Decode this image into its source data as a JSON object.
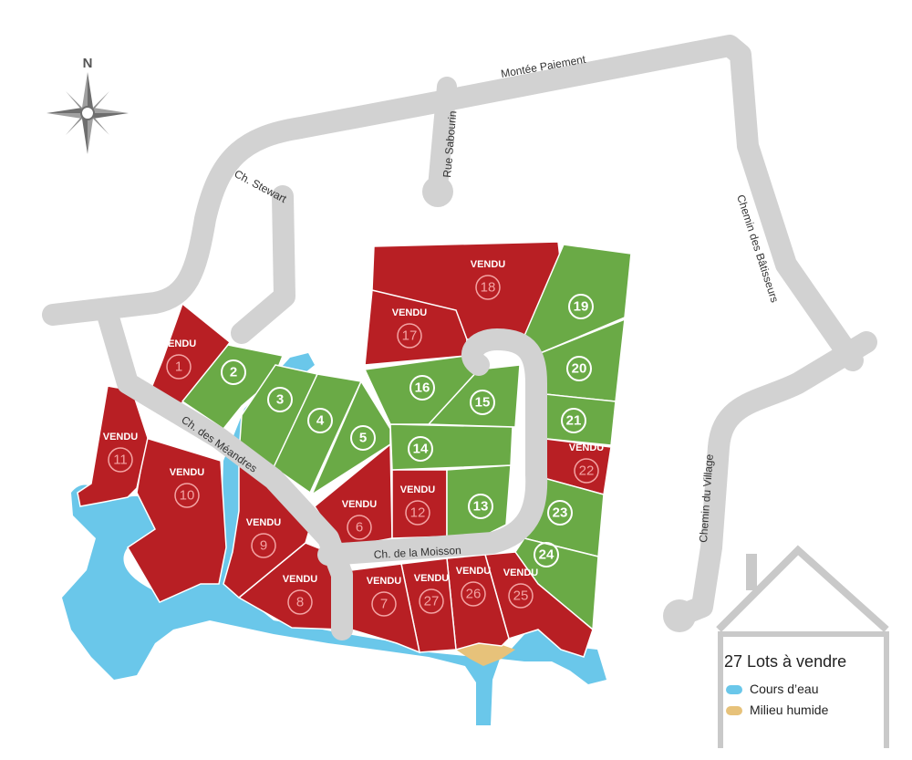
{
  "compass": {
    "north_label": "N"
  },
  "roads": {
    "montee_paiement": "Montée Paiement",
    "rue_sabourin": "Rue Sabourin",
    "ch_stewart": "Ch. Stewart",
    "chemin_batisseurs": "Chemin des Bâtisseurs",
    "chemin_village": "Chemin du Village",
    "ch_meandres": "Ch. des Méandres",
    "ch_moisson": "Ch. de la Moisson"
  },
  "sold_label": "VENDU",
  "lots": [
    {
      "number": "1",
      "status": "sold"
    },
    {
      "number": "2",
      "status": "available"
    },
    {
      "number": "3",
      "status": "available"
    },
    {
      "number": "4",
      "status": "available"
    },
    {
      "number": "5",
      "status": "available"
    },
    {
      "number": "6",
      "status": "sold"
    },
    {
      "number": "7",
      "status": "sold"
    },
    {
      "number": "8",
      "status": "sold"
    },
    {
      "number": "9",
      "status": "sold"
    },
    {
      "number": "10",
      "status": "sold"
    },
    {
      "number": "11",
      "status": "sold"
    },
    {
      "number": "12",
      "status": "sold"
    },
    {
      "number": "13",
      "status": "available"
    },
    {
      "number": "14",
      "status": "available"
    },
    {
      "number": "15",
      "status": "available"
    },
    {
      "number": "16",
      "status": "available"
    },
    {
      "number": "17",
      "status": "sold"
    },
    {
      "number": "18",
      "status": "sold"
    },
    {
      "number": "19",
      "status": "available"
    },
    {
      "number": "20",
      "status": "available"
    },
    {
      "number": "21",
      "status": "available"
    },
    {
      "number": "22",
      "status": "sold"
    },
    {
      "number": "23",
      "status": "available"
    },
    {
      "number": "24",
      "status": "available"
    },
    {
      "number": "25",
      "status": "sold"
    },
    {
      "number": "26",
      "status": "sold"
    },
    {
      "number": "27",
      "status": "sold"
    }
  ],
  "legend": {
    "title": "27 Lots à vendre",
    "items": [
      {
        "label": "Cours d’eau",
        "color": "#6ac7ea"
      },
      {
        "label": "Milieu humide",
        "color": "#e7c27a"
      }
    ]
  },
  "colors": {
    "sold": "#b81f24",
    "available": "#6aaa46",
    "road": "#d2d2d2",
    "water": "#6ac7ea",
    "wetland": "#e7c27a"
  }
}
